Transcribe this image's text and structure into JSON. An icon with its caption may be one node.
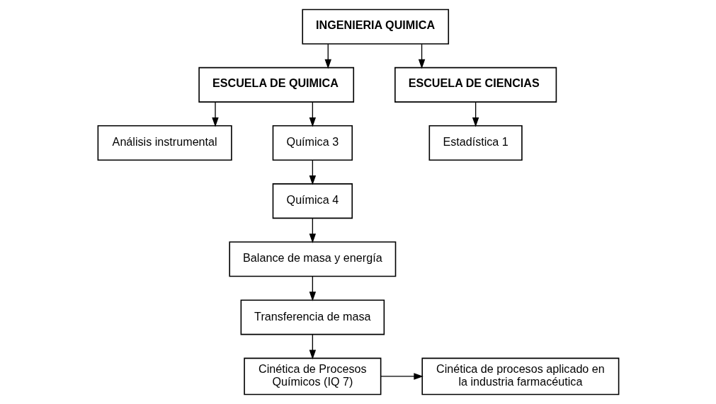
{
  "diagram": {
    "nodes": [
      {
        "text": [
          "INGENIERIA QUIMICA"
        ]
      },
      {
        "text": [
          "ESCUELA DE QUIMICA"
        ]
      },
      {
        "text": [
          "ESCUELA DE CIENCIAS"
        ]
      },
      {
        "text": [
          "Análisis instrumental"
        ]
      },
      {
        "text": [
          "Química 3"
        ]
      },
      {
        "text": [
          "Química 4"
        ]
      },
      {
        "text": [
          "Balance de masa y energía"
        ]
      },
      {
        "text": [
          "Transferencia de masa"
        ]
      },
      {
        "text": [
          "Cinética de Procesos Químicos (IQ 7)"
        ]
      },
      {
        "text": [
          "Cinética de procesos aplicado en la industria farmacéutica"
        ]
      },
      {
        "text": [
          "Estadística 1"
        ]
      }
    ],
    "edges": [
      {
        "from": 0,
        "to": 1,
        "arrow": "to"
      },
      {
        "from": 0,
        "to": 2,
        "arrow": "to"
      },
      {
        "from": 1,
        "to": 3,
        "arrow": "to"
      },
      {
        "from": 1,
        "to": 4,
        "arrow": "to"
      },
      {
        "from": 4,
        "to": 5,
        "arrow": "to"
      },
      {
        "from": 5,
        "to": 6,
        "arrow": "to"
      },
      {
        "from": 6,
        "to": 7,
        "arrow": "to"
      },
      {
        "from": 7,
        "to": 8,
        "arrow": "to"
      },
      {
        "from": 8,
        "to": 9,
        "arrow": "to"
      },
      {
        "from": 2,
        "to": 10,
        "arrow": "to"
      }
    ]
  }
}
